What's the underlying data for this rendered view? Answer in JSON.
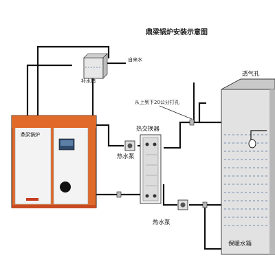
{
  "diagram": {
    "title": "鼎梁锅炉安装示意图",
    "labels": {
      "boiler_brand": "鼎梁锅炉",
      "tap_water": "自来水",
      "makeup_tank": "补水箱",
      "vent_hole": "透气孔",
      "drill_note": "从上到下20公分打孔",
      "heat_exchanger": "热交换器",
      "hot_water_pump_upper": "热水泵",
      "hot_water_pump_lower": "热水泵",
      "insulated_tank": "保暖水箱"
    },
    "colors": {
      "boiler_frame": "#e06a2a",
      "boiler_body": "#f3f3f3",
      "boiler_stripe": "#c83b22",
      "tank_front": "#e2e2e2",
      "tank_side": "#b8b8b8",
      "pipe": "#111111",
      "water_line": "#4a6fa0"
    }
  }
}
